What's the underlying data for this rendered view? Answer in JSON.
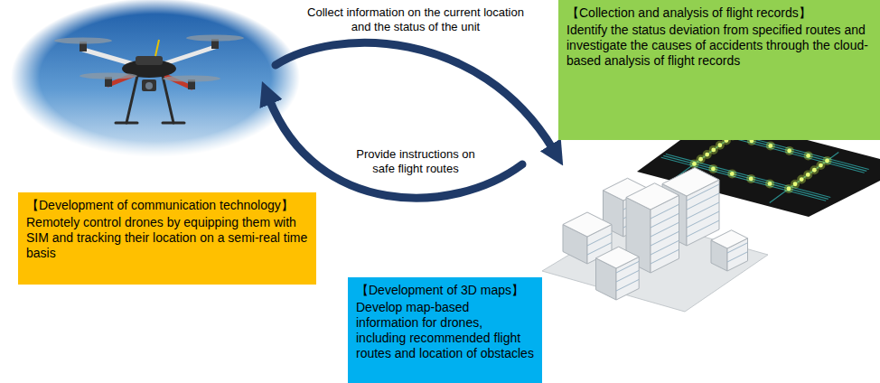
{
  "diagram": {
    "nodes": [
      {
        "text": [
          "【Collection and analysis of flight records】",
          "Identify the status deviation from specified routes and investigate the causes of accidents through the cloud-based analysis of flight records"
        ]
      },
      {
        "text": [
          "【Development of communication technology】",
          "Remotely control drones by equipping them with SIM and tracking their location on a semi-real time basis"
        ]
      },
      {
        "text": [
          "【Development of 3D maps】",
          "Develop map-based information for drones, including recommended flight routes and location of obstacles"
        ]
      }
    ],
    "labels": [
      "Collect information on the current location and the status of the unit",
      "Provide instructions on safe flight routes"
    ]
  }
}
